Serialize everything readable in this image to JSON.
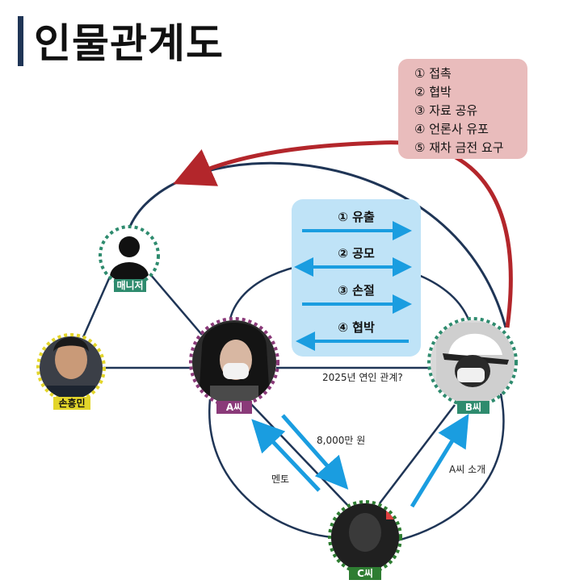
{
  "title": "인물관계도",
  "legend": [
    "① 접촉",
    "② 협박",
    "③ 자료 공유",
    "④ 언론사 유포",
    "⑤ 재차 금전 요구"
  ],
  "flow": [
    "① 유출",
    "② 공모",
    "③ 손절",
    "④ 협박"
  ],
  "nodes": {
    "manager": "매니저",
    "son": "손흥민",
    "a": "A씨",
    "b": "B씨",
    "c": "C씨"
  },
  "edges": {
    "relationship": "2025년 연인 관계?",
    "money": "8,000만 원",
    "mentor": "멘토",
    "intro": "A씨 소개"
  },
  "colors": {
    "navy": "#1f3556",
    "red_arrow": "#b3262b",
    "blue_arrow": "#1a9de0",
    "manager_ring": "#2e8b6e",
    "son_ring": "#e3d52a",
    "a_ring": "#8a3a79",
    "b_ring": "#2e8b6e",
    "c_ring": "#2e7d32"
  }
}
